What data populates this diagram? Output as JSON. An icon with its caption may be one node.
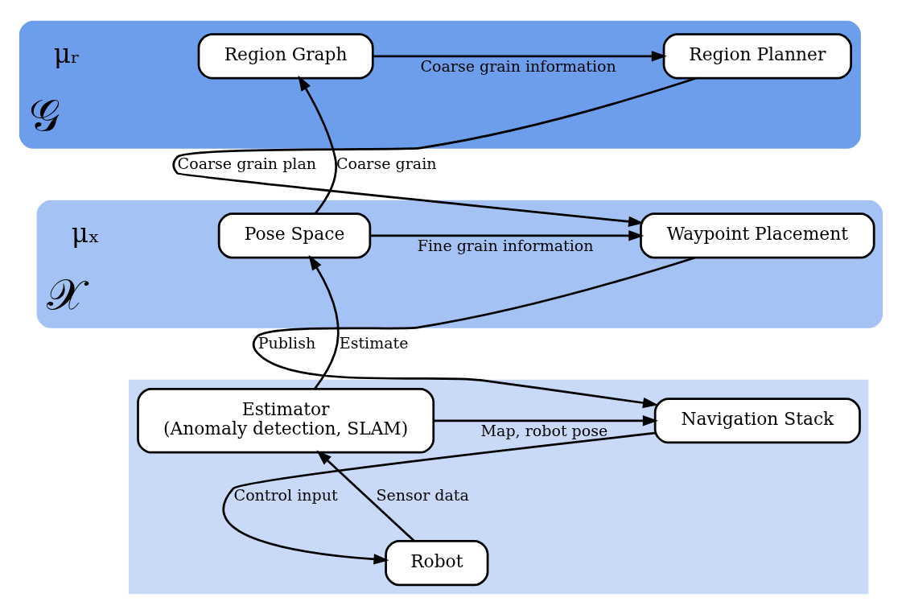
{
  "diagram": {
    "nodes": [
      {
        "text": [
          "𝒢"
        ]
      },
      {
        "text": [
          "Region Graph"
        ],
        "in": 0
      },
      {
        "text": [
          "Region Planner"
        ],
        "in": 0
      },
      {
        "text": [
          "𝒳"
        ]
      },
      {
        "text": [
          "Pose Space"
        ],
        "in": 3
      },
      {
        "text": [
          "Waypoint Placement"
        ],
        "in": 3
      },
      {
        "text": [],
        "shape": "box"
      },
      {
        "text": [
          "Estimator",
          "(Anomaly detection, SLAM)"
        ],
        "in": 6
      },
      {
        "text": [
          "Navigation Stack"
        ],
        "in": 6
      },
      {
        "text": [
          "Robot"
        ],
        "in": 6
      }
    ],
    "edges": [
      {
        "from": 1,
        "to": 2,
        "arrow": "to",
        "label": "Coarse grain information"
      },
      {
        "from": 4,
        "to": 1,
        "arrow": "to",
        "label": "Coarse grain"
      },
      {
        "from": 2,
        "to": 5,
        "arrow": "to",
        "label": "Coarse grain plan"
      },
      {
        "from": 4,
        "to": 5,
        "arrow": "to",
        "label": "Fine grain information"
      },
      {
        "from": 7,
        "to": 4,
        "arrow": "to",
        "label": "Estimate"
      },
      {
        "from": 5,
        "to": 8,
        "arrow": "to",
        "label": "Publish"
      },
      {
        "from": 7,
        "to": 8,
        "arrow": "to",
        "label": "Map, robot pose"
      },
      {
        "from": 8,
        "to": 9,
        "arrow": "to",
        "label": "Control input"
      },
      {
        "from": 9,
        "to": 7,
        "arrow": "to",
        "label": "Sensor data"
      }
    ],
    "labels": [
      "μᵣ",
      "μₓ"
    ]
  }
}
